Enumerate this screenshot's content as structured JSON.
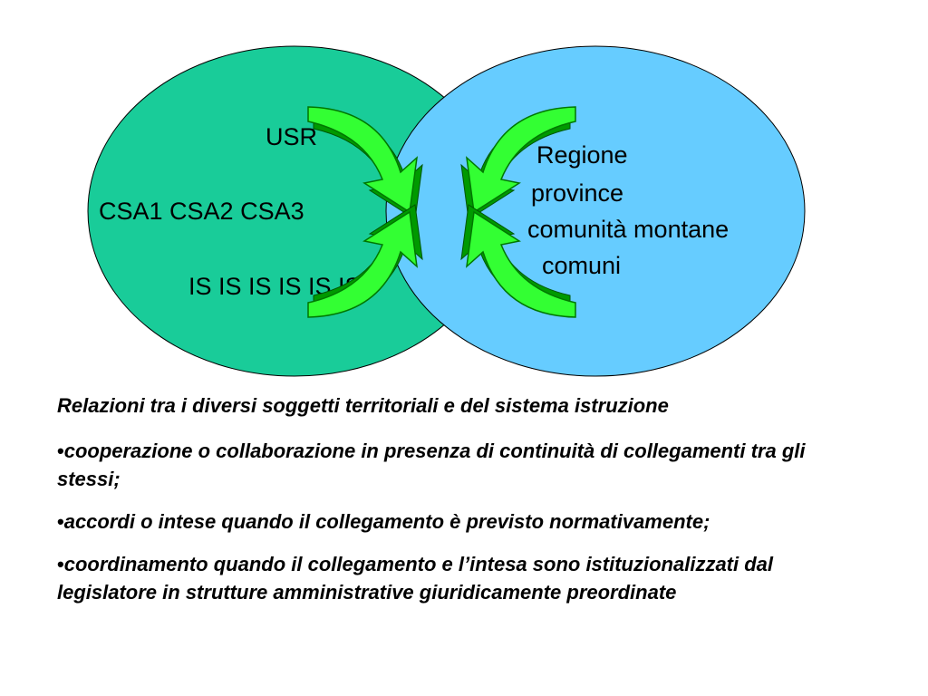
{
  "colors": {
    "left_circle": "#19cc99",
    "right_circle": "#66ccff",
    "arrow_light": "#33ff33",
    "arrow_dark": "#009900"
  },
  "left_circle": {
    "line1": "USR",
    "line2": "CSA1 CSA2 CSA3",
    "line3": "IS IS IS IS IS IS"
  },
  "right_circle": {
    "line1": "Regione",
    "line2": "province",
    "line3": "comunità montane",
    "line4": "comuni"
  },
  "arrows": [
    {
      "name": "arrow-top-left-icon",
      "direction": "down-right"
    },
    {
      "name": "arrow-top-right-icon",
      "direction": "down-left"
    },
    {
      "name": "arrow-bottom-left-icon",
      "direction": "up-right"
    },
    {
      "name": "arrow-bottom-right-icon",
      "direction": "up-left"
    }
  ],
  "text": {
    "heading": "Relazioni tra i diversi soggetti territoriali e del sistema istruzione",
    "bullet_glyph": "•",
    "bullets": [
      "cooperazione o collaborazione in presenza di continuità di collegamenti tra gli stessi;",
      "accordi o intese quando il collegamento è previsto normativamente;",
      "coordinamento quando il collegamento e l’intesa sono istituzionalizzati dal legislatore in strutture amministrative giuridicamente preordinate"
    ]
  }
}
